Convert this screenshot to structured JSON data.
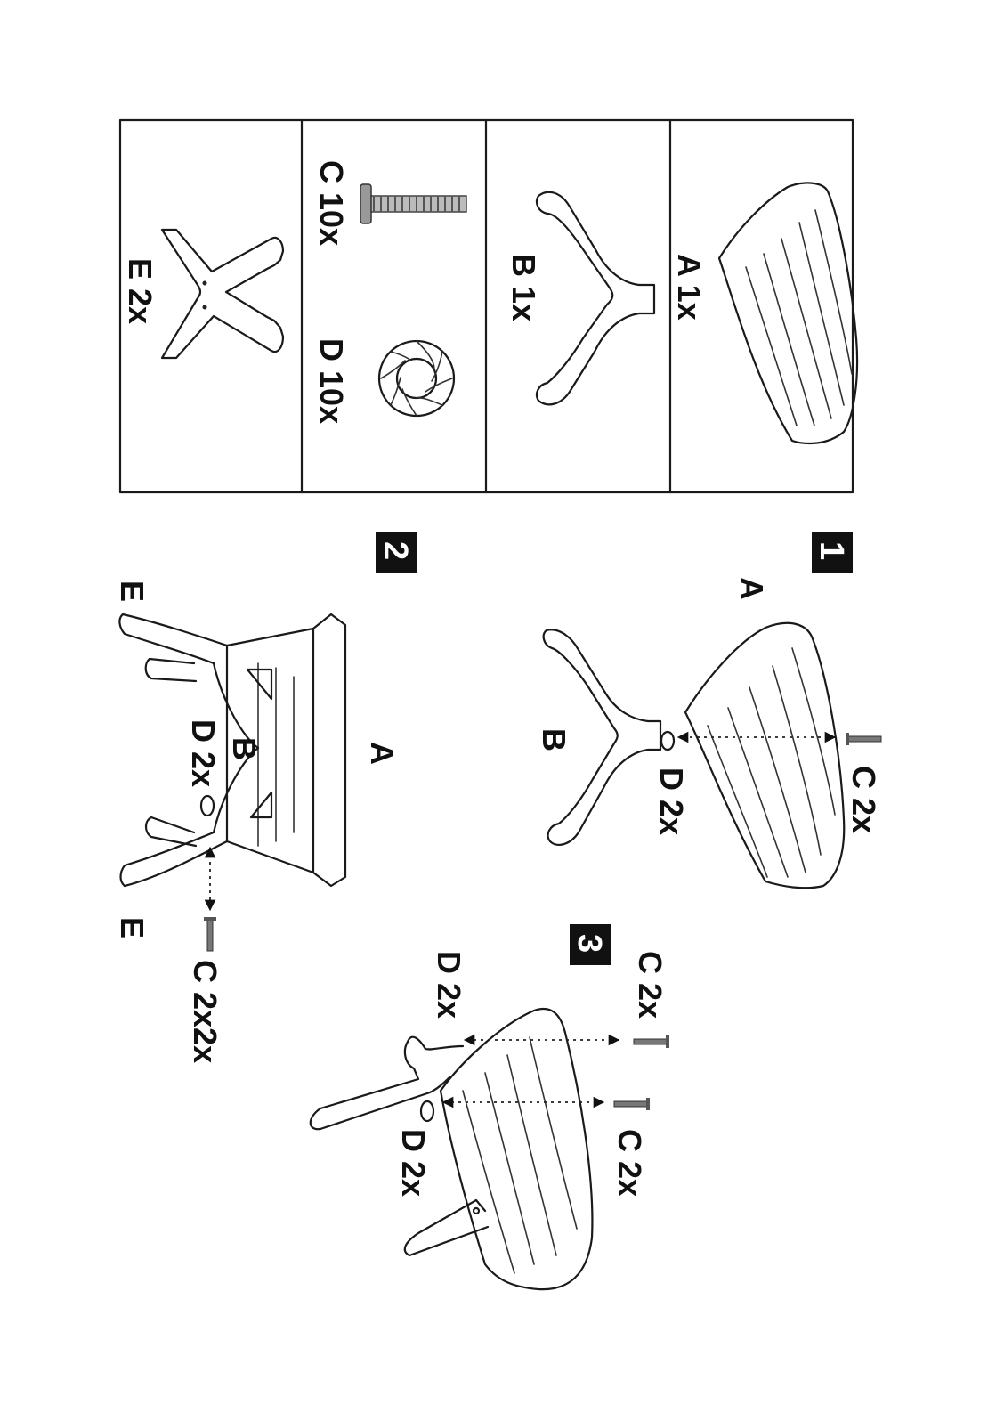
{
  "parts_table": {
    "parts": [
      {
        "id": "A",
        "label": "A 1x"
      },
      {
        "id": "B",
        "label": "B 1x"
      },
      {
        "id": "C",
        "label": "C 10x"
      },
      {
        "id": "D",
        "label": "D 10x"
      },
      {
        "id": "E",
        "label": "E 2x"
      }
    ]
  },
  "steps": [
    {
      "number": "1",
      "labels": {
        "a": "A",
        "b": "B",
        "c": "C 2x",
        "d": "D 2x"
      }
    },
    {
      "number": "2",
      "labels": {
        "a": "A",
        "b": "B",
        "e_top": "E",
        "e_bottom": "E",
        "d": "D 2x",
        "c": "C 2x2x"
      }
    },
    {
      "number": "3",
      "labels": {
        "c_top": "C 2x",
        "d_top": "D 2x",
        "c_bottom": "C 2x",
        "d_bottom": "D 2x"
      }
    }
  ]
}
